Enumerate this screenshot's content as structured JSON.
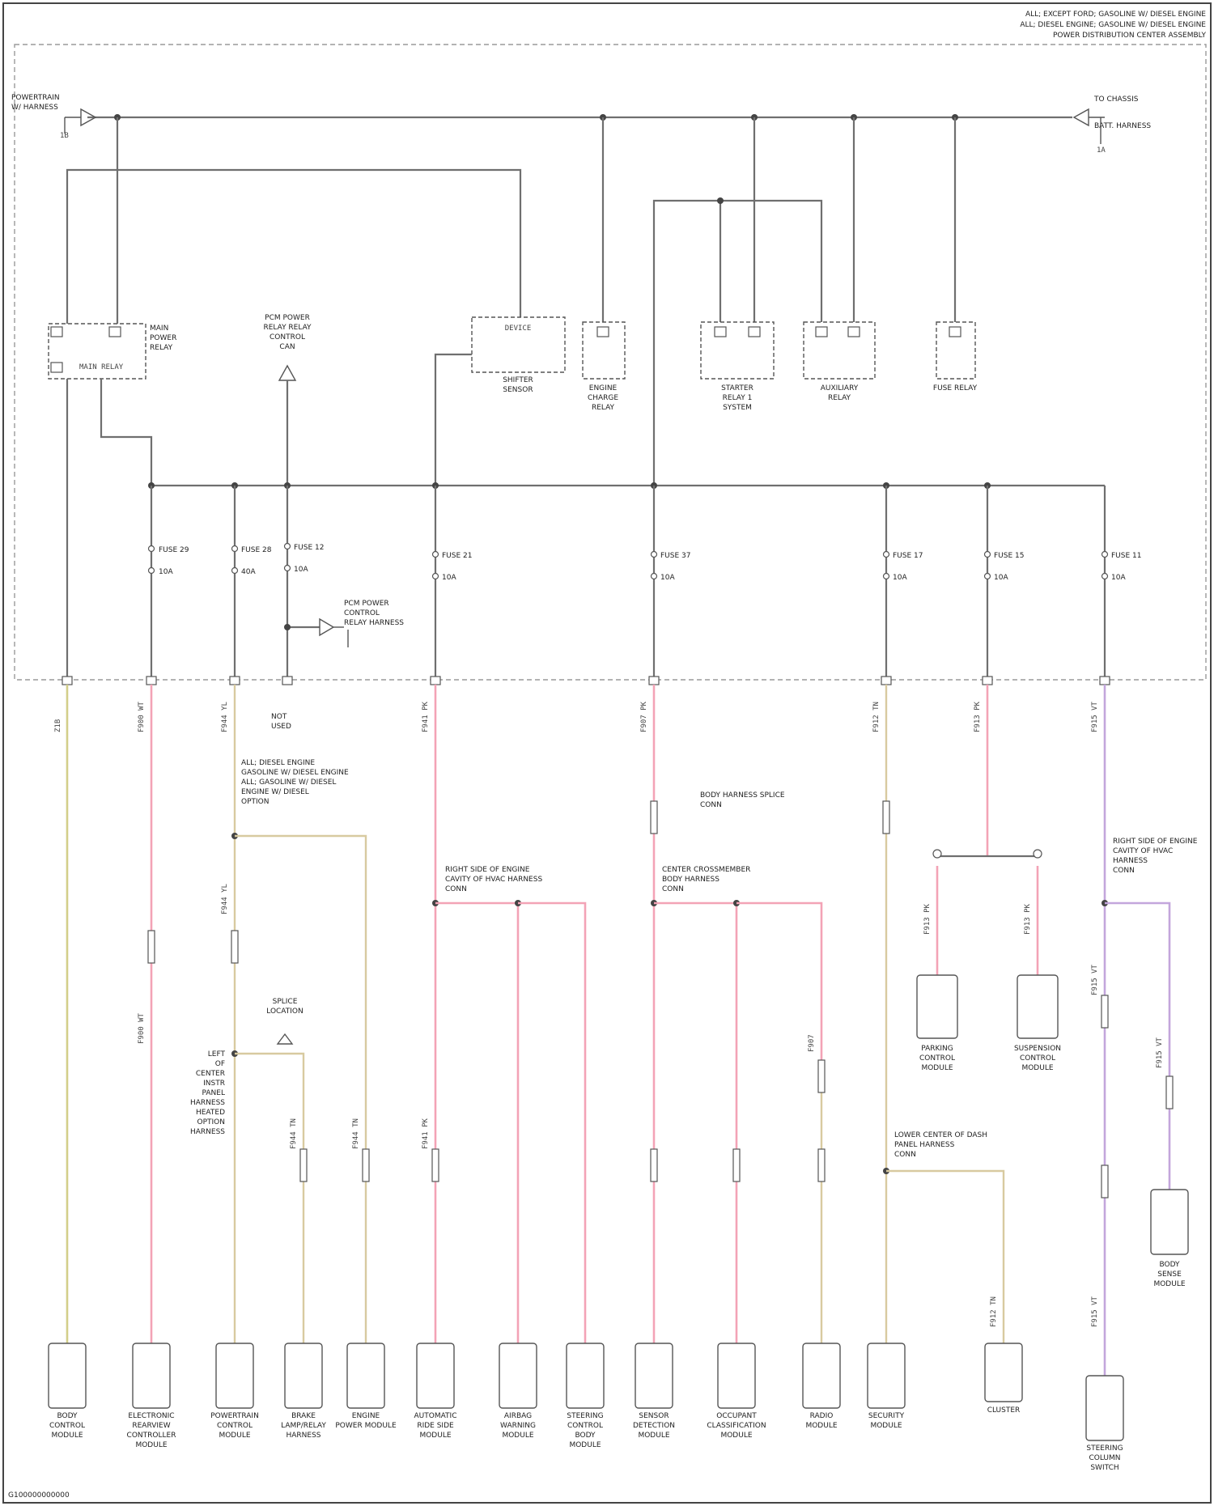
{
  "header": {
    "line1": "ALL; EXCEPT FORD; GASOLINE W/ DIESEL ENGINE",
    "line2": "ALL; DIESEL ENGINE; GASOLINE W/ DIESEL ENGINE",
    "line3": "POWER DISTRIBUTION CENTER ASSEMBLY"
  },
  "footer": {
    "code": "G100000000000"
  },
  "labels": {
    "top_left": [
      "POWERTRAIN",
      "W/ HARNESS"
    ],
    "top_right": [
      "TO CHASSIS",
      "BATT. HARNESS"
    ],
    "main_relay": [
      "MAIN",
      "POWER",
      "RELAY"
    ],
    "relay_tag": "MAIN RELAY",
    "pcm_relay": [
      "PCM POWER",
      "RELAY RELAY",
      "CONTROL",
      "CAN"
    ],
    "pcm_control": [
      "PCM POWER",
      "CONTROL",
      "RELAY HARNESS"
    ],
    "not_used": [
      "NOT",
      "USED"
    ],
    "dash_note": [
      "ALL; DIESEL ENGINE",
      "GASOLINE W/ DIESEL ENGINE",
      "ALL; GASOLINE W/ DIESEL",
      "ENGINE W/ DIESEL",
      "OPTION"
    ],
    "splice_left": [
      "SPLICE",
      "LOCATION"
    ],
    "left_of_dash": [
      "LEFT",
      "OF",
      "CENTER",
      "INSTR",
      "PANEL",
      "HARNESS",
      "HEATED",
      "OPTION",
      "HARNESS"
    ],
    "right_side": [
      "RIGHT SIDE OF ENGINE",
      "CAVITY OF HVAC HARNESS",
      "CONN"
    ],
    "center_cross": [
      "CENTER CROSSMEMBER",
      "BODY HARNESS",
      "CONN"
    ],
    "center_splice": [
      "BODY HARNESS SPLICE",
      "CONN"
    ],
    "lower_center": [
      "LOWER CENTER OF DASH",
      "PANEL HARNESS",
      "CONN"
    ],
    "right_body": [
      "RIGHT SIDE OF ENGINE",
      "CAVITY OF HVAC",
      "HARNESS",
      "CONN"
    ]
  },
  "relays": [
    {
      "label": [
        "SHIFTER",
        "SENSOR"
      ]
    },
    {
      "label": [
        "ENGINE",
        "CHARGE",
        "RELAY"
      ]
    },
    {
      "label": [
        "STARTER",
        "RELAY 1",
        "SYSTEM"
      ]
    },
    {
      "label": [
        "AUXILIARY",
        "RELAY"
      ]
    },
    {
      "label": [
        "FUSE RELAY"
      ]
    }
  ],
  "fuses": [
    {
      "name": "FUSE 29",
      "amps": "10A"
    },
    {
      "name": "FUSE 28",
      "amps": "40A"
    },
    {
      "name": "FUSE 12",
      "amps": "10A"
    },
    {
      "name": "FUSE 21",
      "amps": "10A"
    },
    {
      "name": "FUSE 37",
      "amps": "10A"
    },
    {
      "name": "FUSE 17",
      "amps": "10A"
    },
    {
      "name": "FUSE 15",
      "amps": "10A"
    },
    {
      "name": "FUSE 11",
      "amps": "10A"
    }
  ],
  "modules": [
    {
      "label": [
        "BODY",
        "CONTROL",
        "MODULE"
      ]
    },
    {
      "label": [
        "ELECTRONIC",
        "REARVIEW",
        "CONTROLLER",
        "MODULE"
      ]
    },
    {
      "label": [
        "POWERTRAIN",
        "CONTROL",
        "MODULE"
      ]
    },
    {
      "label": [
        "BRAKE",
        "LAMP/RELAY",
        "HARNESS"
      ]
    },
    {
      "label": [
        "ENGINE",
        "POWER MODULE"
      ]
    },
    {
      "label": [
        "AUTOMATIC",
        "RIDE SIDE",
        "MODULE"
      ]
    },
    {
      "label": [
        "AIRBAG",
        "WARNING",
        "MODULE"
      ]
    },
    {
      "label": [
        "STEERING",
        "CONTROL",
        "BODY",
        "MODULE"
      ]
    },
    {
      "label": [
        "SENSOR",
        "DETECTION",
        "MODULE"
      ]
    },
    {
      "label": [
        "OCCUPANT",
        "CLASSIFICATION",
        "MODULE"
      ]
    },
    {
      "label": [
        "RADIO",
        "MODULE"
      ]
    },
    {
      "label": [
        "SECURITY",
        "MODULE"
      ]
    },
    {
      "label": [
        "CLUSTER"
      ]
    },
    {
      "label": [
        "STEERING",
        "COLUMN",
        "SWITCH"
      ]
    }
  ],
  "side_modules": [
    {
      "label": [
        "PARKING",
        "CONTROL",
        "MODULE"
      ]
    },
    {
      "label": [
        "SUSPENSION",
        "CONTROL",
        "MODULE"
      ]
    },
    {
      "label": [
        "BODY",
        "SENSE",
        "MODULE"
      ]
    }
  ]
}
